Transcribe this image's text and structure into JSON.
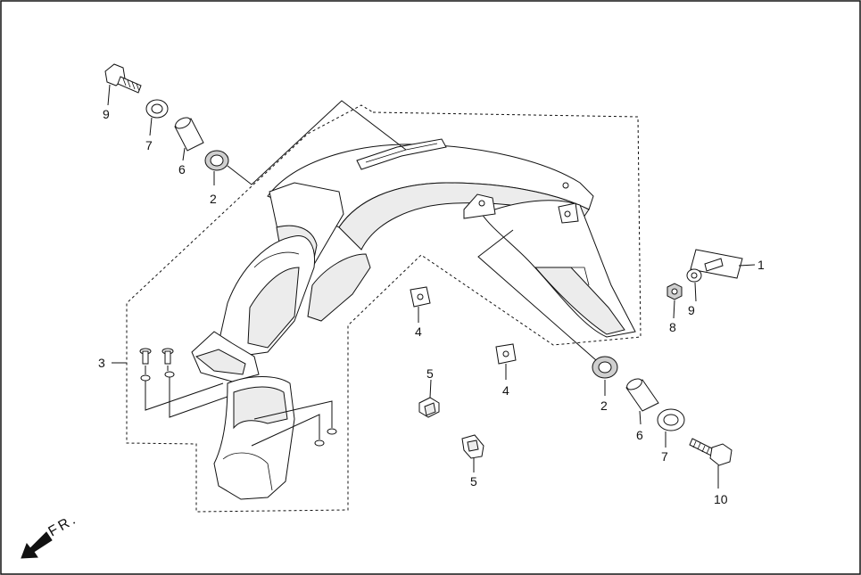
{
  "direction_label": "FR.",
  "callouts": [
    {
      "id": "c1",
      "text": "1"
    },
    {
      "id": "c2a",
      "text": "2"
    },
    {
      "id": "c2b",
      "text": "2"
    },
    {
      "id": "c3",
      "text": "3"
    },
    {
      "id": "c4a",
      "text": "4"
    },
    {
      "id": "c4b",
      "text": "4"
    },
    {
      "id": "c5a",
      "text": "5"
    },
    {
      "id": "c5b",
      "text": "5"
    },
    {
      "id": "c6a",
      "text": "6"
    },
    {
      "id": "c6b",
      "text": "6"
    },
    {
      "id": "c7a",
      "text": "7"
    },
    {
      "id": "c7b",
      "text": "7"
    },
    {
      "id": "c8",
      "text": "8"
    },
    {
      "id": "c9a",
      "text": "9"
    },
    {
      "id": "c9b",
      "text": "9"
    },
    {
      "id": "c10",
      "text": "10"
    }
  ],
  "colors": {
    "line": "#111111",
    "shade": "#ececec",
    "background": "#ffffff"
  },
  "icons": {
    "direction": "arrow-down-left-icon"
  }
}
